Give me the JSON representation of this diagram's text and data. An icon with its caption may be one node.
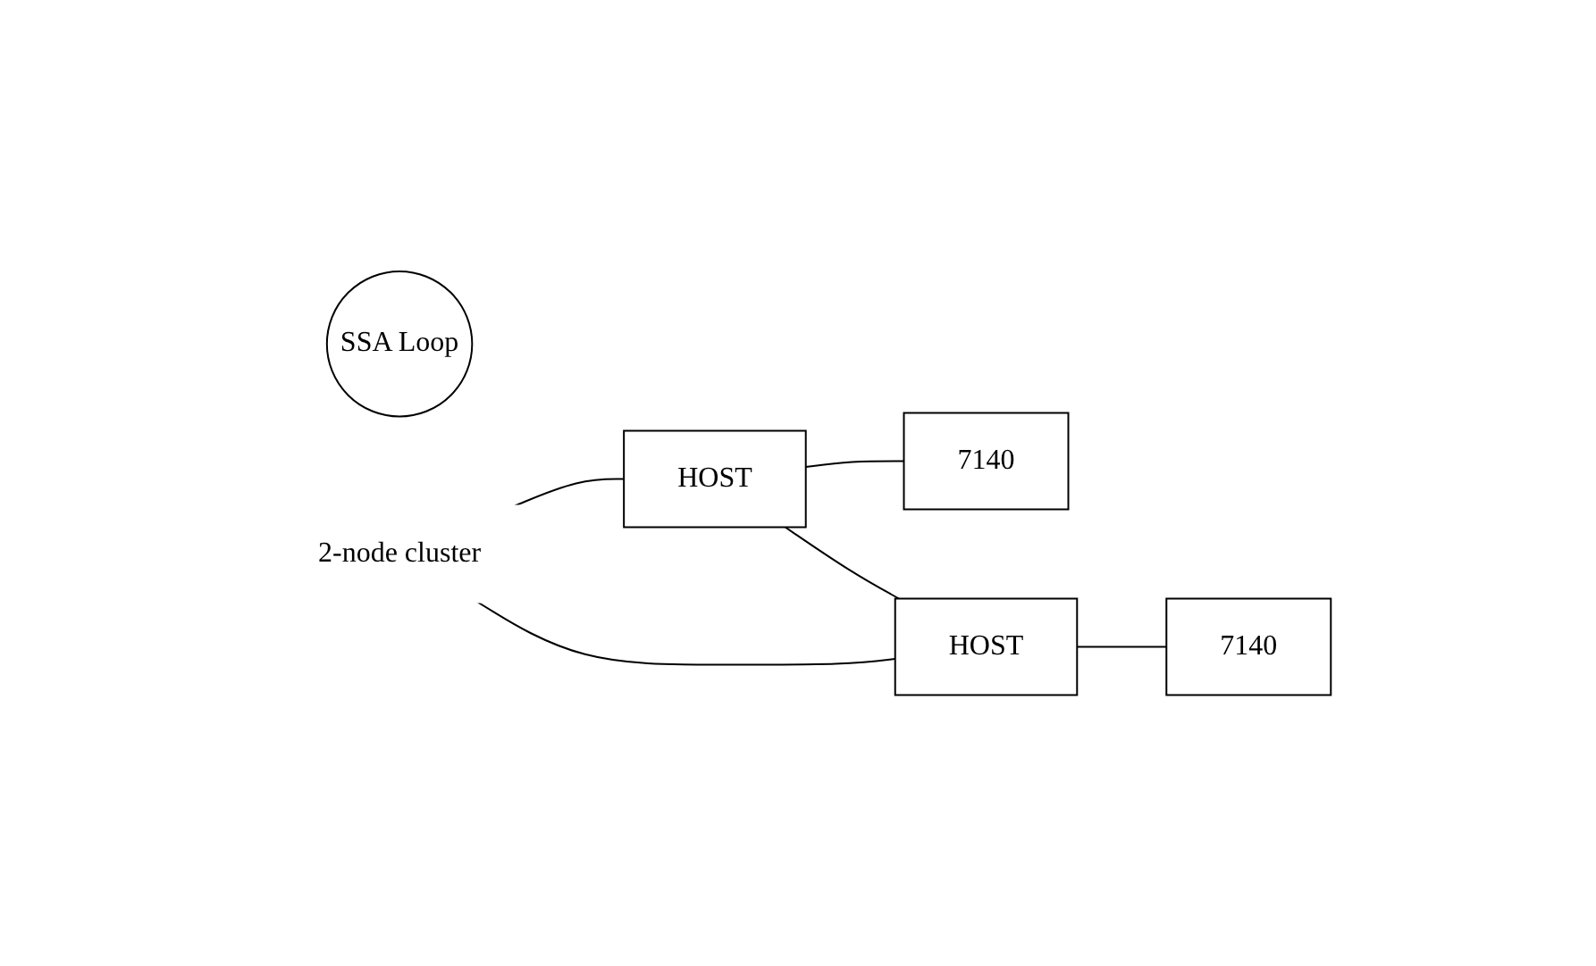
{
  "diagram": {
    "nodes": [
      {
        "text": [
          "HOST"
        ]
      },
      {
        "text": [
          "HOST"
        ]
      },
      {
        "text": [
          "7140"
        ]
      },
      {
        "text": [
          "7140"
        ]
      },
      {
        "text": [
          "SSA Loop"
        ]
      },
      {
        "text": [
          "2-node cluster"
        ]
      }
    ],
    "edges": [
      {
        "from": 0,
        "to": 2,
        "arrow": "none"
      },
      {
        "from": 0,
        "to": 1,
        "arrow": "none"
      },
      {
        "from": 1,
        "to": 3,
        "arrow": "none"
      },
      {
        "from": 5,
        "to": 0,
        "arrow": "none"
      },
      {
        "from": 5,
        "to": 1,
        "arrow": "none"
      }
    ]
  }
}
